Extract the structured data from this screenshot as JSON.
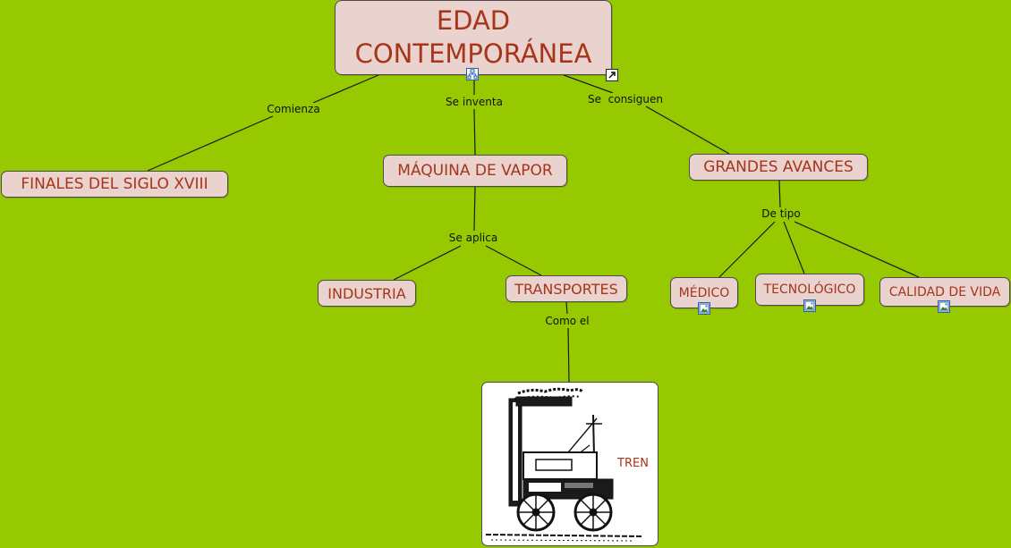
{
  "main_concept": {
    "line1": "EDAD",
    "line2": "CONTEMPORÁNEA"
  },
  "concepts": {
    "finales": "FINALES DEL SIGLO XVIII",
    "maquina": "MÁQUINA DE VAPOR",
    "grandes_avances": "GRANDES AVANCES",
    "industria": "INDUSTRIA",
    "transportes": "TRANSPORTES",
    "medico": "MÉDICO",
    "tecnologico": "TECNOLÓGICO",
    "calidad_vida": "CALIDAD DE VIDA"
  },
  "link_phrases": {
    "comienza": "Comienza",
    "se_inventa": "Se inventa",
    "se_consiguen": "Se  consiguen",
    "se_aplica": "Se aplica",
    "de_tipo": "De tipo",
    "como_el": "Como el"
  },
  "image_node": {
    "caption": "TREN"
  },
  "icons": {
    "concept_map_icon": "concept-map-icon",
    "link_arrow_icon": "external-link-icon",
    "image_icon": "image-icon"
  },
  "colors": {
    "background": "#97c900",
    "node_fill": "#ead2cf",
    "node_text": "#a6351a",
    "link_line": "#1a1a1a"
  }
}
